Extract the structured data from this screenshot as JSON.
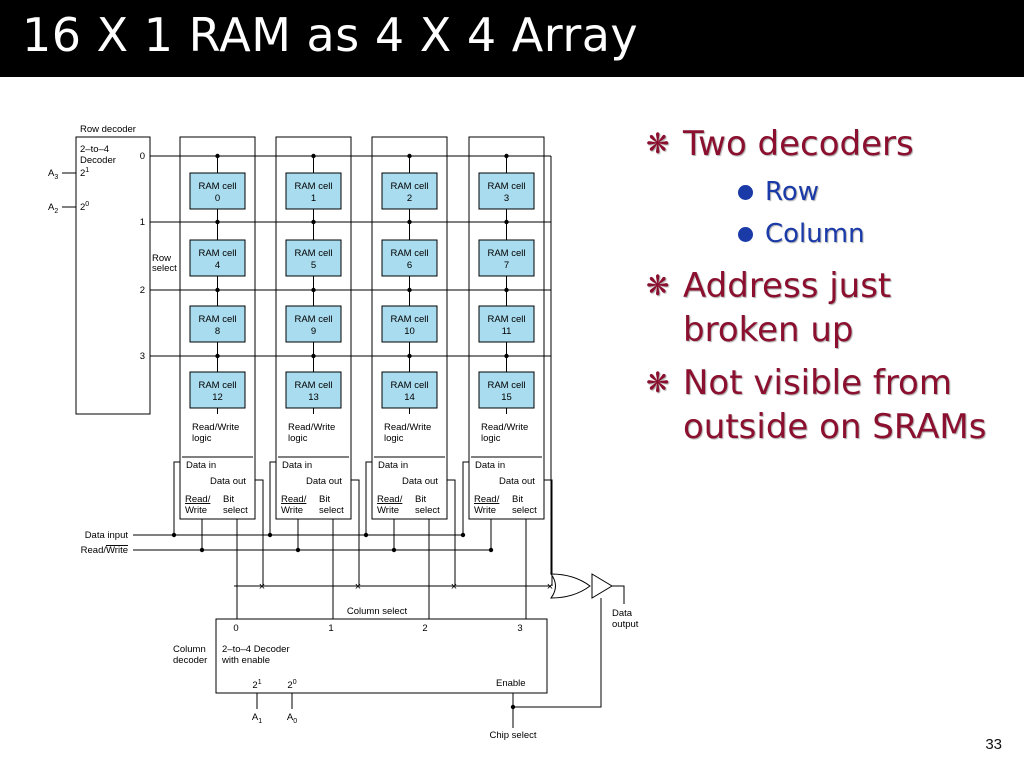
{
  "slide": {
    "title": "16 X 1 RAM as 4 X 4 Array",
    "page_number": "33",
    "bullets": [
      {
        "marker_icon": "asterisk-flower-icon",
        "text": "Two decoders",
        "sub": [
          {
            "text": "Row"
          },
          {
            "text": "Column"
          }
        ]
      },
      {
        "marker_icon": "asterisk-flower-icon",
        "text": "Address just broken up"
      },
      {
        "marker_icon": "asterisk-flower-icon",
        "text": "Not visible from outside on SRAMs"
      }
    ],
    "colors": {
      "title_bg": "#000000",
      "title_text": "#ffffff",
      "bullet_text": "#8b0f2e",
      "sub_bullet_text": "#1a3aa8",
      "ram_cell_fill": "#a9dcee"
    }
  },
  "diagram": {
    "row_decoder_label": "Row decoder",
    "row_decoder_type": "2–to–4",
    "row_decoder_word": "Decoder",
    "row_select": [
      "Row",
      "select"
    ],
    "row_outputs": [
      "0",
      "1",
      "2",
      "3"
    ],
    "row_inputs": [
      {
        "addr": "A",
        "sub": "3",
        "weight": "2",
        "exp": "1"
      },
      {
        "addr": "A",
        "sub": "2",
        "weight": "2",
        "exp": "0"
      }
    ],
    "cell_word": "RAM cell",
    "cells": [
      "0",
      "1",
      "2",
      "3",
      "4",
      "5",
      "6",
      "7",
      "8",
      "9",
      "10",
      "11",
      "12",
      "13",
      "14",
      "15"
    ],
    "column_labels": {
      "rw_logic": [
        "Read/Write",
        "logic"
      ],
      "data_in": "Data in",
      "data_out": "Data out",
      "read": "Read/",
      "write": "Write",
      "bit": "Bit",
      "select": "select"
    },
    "data_input": "Data input",
    "read_write_prefix": "Read/",
    "read_write_bar": "Write",
    "column_select": "Column select",
    "column_outputs": [
      "0",
      "1",
      "2",
      "3"
    ],
    "column_decoder_label": [
      "Column",
      "decoder"
    ],
    "column_decoder_desc": [
      "2–to–4 Decoder",
      "with enable"
    ],
    "column_inputs": [
      {
        "addr": "A",
        "sub": "1",
        "weight": "2",
        "exp": "1"
      },
      {
        "addr": "A",
        "sub": "0",
        "weight": "2",
        "exp": "0"
      }
    ],
    "enable": "Enable",
    "chip_select": "Chip select",
    "data_output": [
      "Data",
      "output"
    ],
    "junction_mark": "×"
  }
}
